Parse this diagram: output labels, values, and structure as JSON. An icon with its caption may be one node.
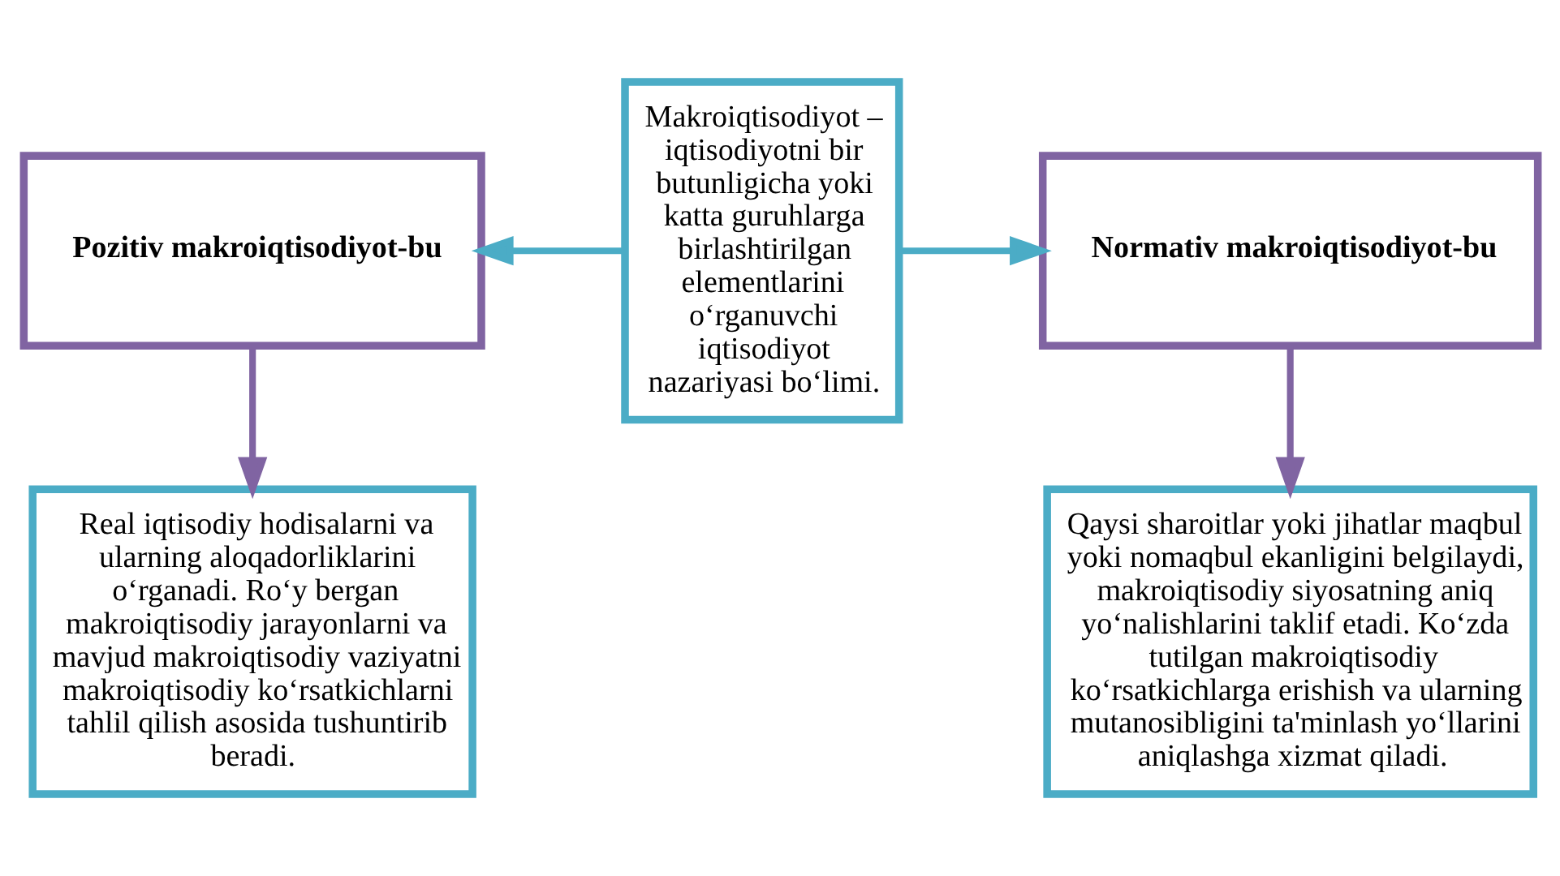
{
  "diagram": {
    "nodes": [
      {
        "text": [
          "Pozitiv makroiqtisodiyot-bu"
        ]
      },
      {
        "text": [
          "Real iqtisodiy hodisalarni va ularning aloqadorliklarini o‘rganadi. Ro‘y bergan makroiqtisodiy jarayonlarni va mavjud makroiqtisodiy vaziyatni makroiqtisodiy ko‘rsatkichlarni tahlil qilish asosida tushuntirib beradi."
        ]
      },
      {
        "text": [
          "Makroiqtisodiyot – iqtisodiyotni bir butunligicha yoki katta guruhlarga birlashtirilgan elementlarini o‘rganuvchi iqtisodiyot nazariyasi bo‘limi."
        ]
      },
      {
        "text": [
          "Normativ makroiqtisodiyot-bu"
        ]
      },
      {
        "text": [
          "Qaysi sharoitlar yoki jihatlar maqbul yoki nomaqbul ekanligini belgilaydi, makroiqtisodiy siyosatning aniq yo‘nalishlarini taklif etadi. Ko‘zda tutilgan makroiqtisodiy ko‘rsatkichlarga erishish va ularning mutanosibligini ta'minlash yo‘llarini aniqlashga xizmat qiladi."
        ]
      }
    ],
    "edges": [
      {
        "from": 2,
        "to": 0,
        "arrow": "to",
        "color": "#4bacc6"
      },
      {
        "from": 2,
        "to": 3,
        "arrow": "to",
        "color": "#4bacc6"
      },
      {
        "from": 0,
        "to": 1,
        "arrow": "to",
        "color": "#8064a2"
      },
      {
        "from": 3,
        "to": 4,
        "arrow": "to",
        "color": "#8064a2"
      }
    ]
  }
}
